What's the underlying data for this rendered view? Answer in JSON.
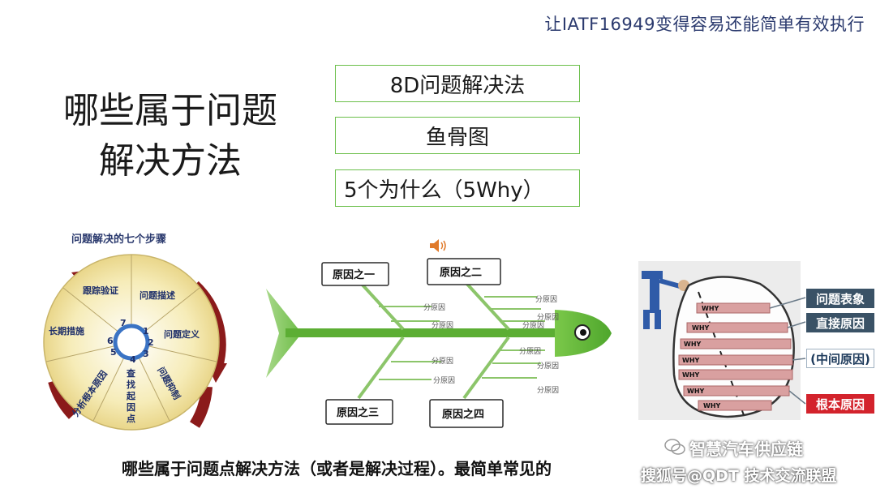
{
  "header": {
    "title": "让IATF16949变得容易还能简单有效执行"
  },
  "main_title": {
    "line1": "哪些属于问题",
    "line2": "解决方法"
  },
  "methods": [
    {
      "label": "8D问题解决法"
    },
    {
      "label": "鱼骨图"
    },
    {
      "label": "5个为什么（5Why）"
    }
  ],
  "seven_steps": {
    "title": "问题解决的七个步骤",
    "steps": [
      {
        "num": "1",
        "label": "问题描述"
      },
      {
        "num": "2",
        "label": "问题定义"
      },
      {
        "num": "3",
        "label": "问题抑制"
      },
      {
        "num": "4",
        "label": "查找起因点"
      },
      {
        "num": "5",
        "label": "分析根本原因"
      },
      {
        "num": "6",
        "label": "长期措施"
      },
      {
        "num": "7",
        "label": "跟踪验证"
      }
    ]
  },
  "fishbone": {
    "causes": [
      "原因之一",
      "原因之二",
      "原因之三",
      "原因之四"
    ],
    "sub_cause_label": "分原因"
  },
  "five_why": {
    "why_word": "WHY",
    "labels": {
      "symptom": "问题表象",
      "direct": "直接原因",
      "intermediate": "(中间原因)",
      "root": "根本原因"
    }
  },
  "caption": "哪些属于问题点解决方法（或者是解决过程）。最简单常见的",
  "watermark": {
    "line1": "智慧汽车供应链",
    "line2": "搜狐号@QDT 技术交流联盟"
  },
  "colors": {
    "accent_green": "#6bbf4a",
    "wheel_fill": "#f3e6a8",
    "arrow_red": "#8b1a1a",
    "label_dark": "#3a5266",
    "label_red": "#d3232c",
    "title_blue": "#2b3a6e"
  }
}
